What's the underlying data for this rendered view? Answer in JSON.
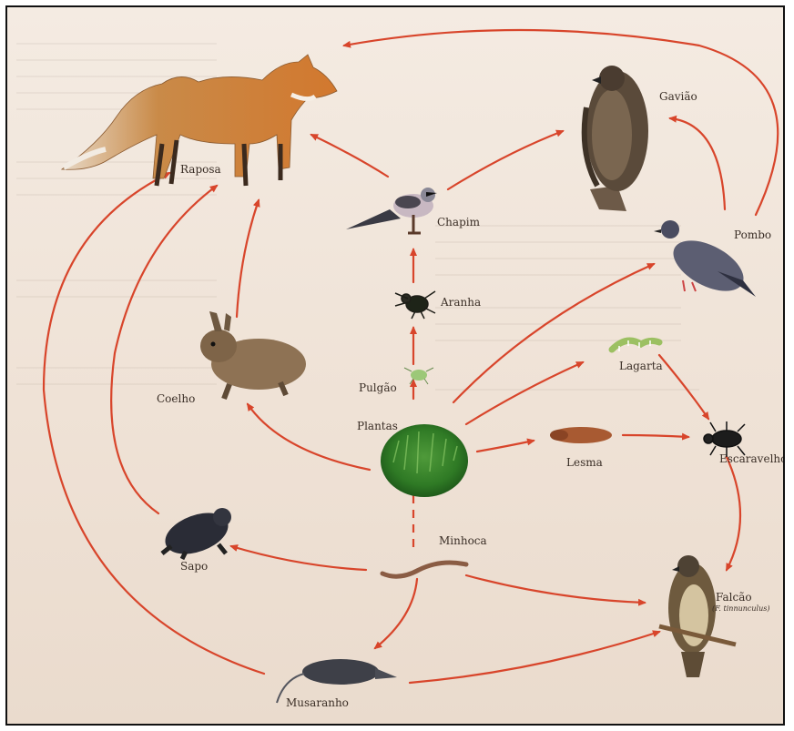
{
  "colors": {
    "arrow": "#d8452b",
    "background": "#efe4d8",
    "border": "#111111",
    "label": "#3a2e26"
  },
  "organisms": {
    "raposa": "Raposa",
    "gaviao": "Gavião",
    "chapim": "Chapim",
    "pombo": "Pombo",
    "aranha": "Aranha",
    "coelho": "Coelho",
    "pulgao": "Pulgão",
    "lagarta": "Lagarta",
    "plantas": "Plantas",
    "lesma": "Lesma",
    "escaravelho": "Escaravelho",
    "minhoca": "Minhoca",
    "sapo": "Sapo",
    "falcao": "Falcão",
    "falcao_species": "(F. tinnunculus)",
    "musaranho": "Musaranho"
  },
  "links": [
    {
      "from": "plantas",
      "to": "pulgao"
    },
    {
      "from": "pulgao",
      "to": "aranha"
    },
    {
      "from": "aranha",
      "to": "chapim"
    },
    {
      "from": "chapim",
      "to": "raposa"
    },
    {
      "from": "chapim",
      "to": "gaviao"
    },
    {
      "from": "plantas",
      "to": "pombo"
    },
    {
      "from": "pombo",
      "to": "gaviao"
    },
    {
      "from": "pombo",
      "to": "raposa"
    },
    {
      "from": "plantas",
      "to": "lagarta"
    },
    {
      "from": "lagarta",
      "to": "escaravelho"
    },
    {
      "from": "plantas",
      "to": "lesma"
    },
    {
      "from": "lesma",
      "to": "escaravelho"
    },
    {
      "from": "escaravelho",
      "to": "falcao"
    },
    {
      "from": "plantas",
      "to": "coelho"
    },
    {
      "from": "coelho",
      "to": "raposa"
    },
    {
      "from": "minhoca",
      "to": "sapo"
    },
    {
      "from": "sapo",
      "to": "raposa"
    },
    {
      "from": "minhoca",
      "to": "falcao"
    },
    {
      "from": "minhoca",
      "to": "musaranho"
    },
    {
      "from": "musaranho",
      "to": "falcao"
    },
    {
      "from": "musaranho",
      "to": "raposa"
    }
  ]
}
